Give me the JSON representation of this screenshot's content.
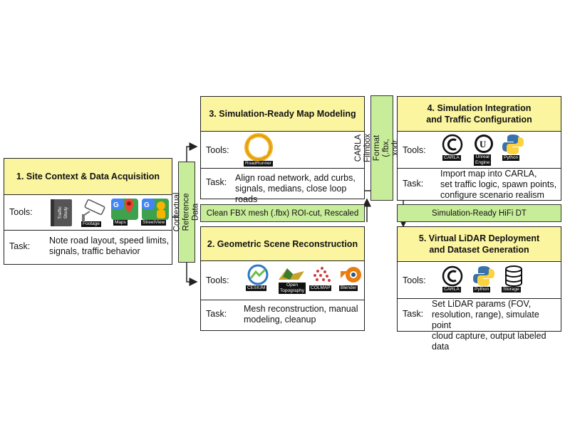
{
  "labels": {
    "tools": "Tools:",
    "task": "Task:"
  },
  "box1": {
    "title": "1. Site Context & Data Acquisition",
    "task": "Note road layout, speed limits,\nsignals, traffic behavior",
    "tools": {
      "study": "Traffic\nStudy",
      "footage": "Footage",
      "maps": "Maps",
      "streetview": "StreetView"
    }
  },
  "box3": {
    "title": "3. Simulation-Ready Map Modeling",
    "task": "Align road network, add curbs,\nsignals, medians, close loop roads",
    "tools": {
      "roadrunner": "RoadRunner"
    }
  },
  "box2": {
    "title": "2. Geometric Scene Reconstruction",
    "task": "Mesh reconstruction, manual\nmodeling, cleanup",
    "tools": {
      "cesium": "CESIUM",
      "opentopo": "Open\nTopography",
      "colmap": "COLMAP",
      "blender": "Blender"
    }
  },
  "box4": {
    "title": "4. Simulation Integration\nand Traffic Configuration",
    "task": "Import map into CARLA,\nset traffic logic, spawn points,\nconfigure scenario realism",
    "tools": {
      "carla": "CARLA",
      "unreal": "Unreal\nEngine",
      "python": "Python"
    }
  },
  "box5": {
    "title": "5. Virtual LiDAR Deployment\nand Dataset Generation",
    "task": "Set LiDAR params (FOV,\nresolution, range), simulate point\ncloud capture, output labeled data",
    "tools": {
      "carla": "CARLA",
      "python": "Python",
      "storage": "Storage"
    }
  },
  "bars": {
    "contextual": "Contextual Reference Data",
    "fbx": "Clean FBX mesh (.fbx) ROI-cut, Rescaled",
    "filmbox": "CARLA Filmbox Format\n(.fbx, .xodr, .json)",
    "hifi": "Simulation-Ready HiFi DT"
  },
  "colors": {
    "header": "#fbf5a0",
    "bar": "#c8ed9a"
  }
}
